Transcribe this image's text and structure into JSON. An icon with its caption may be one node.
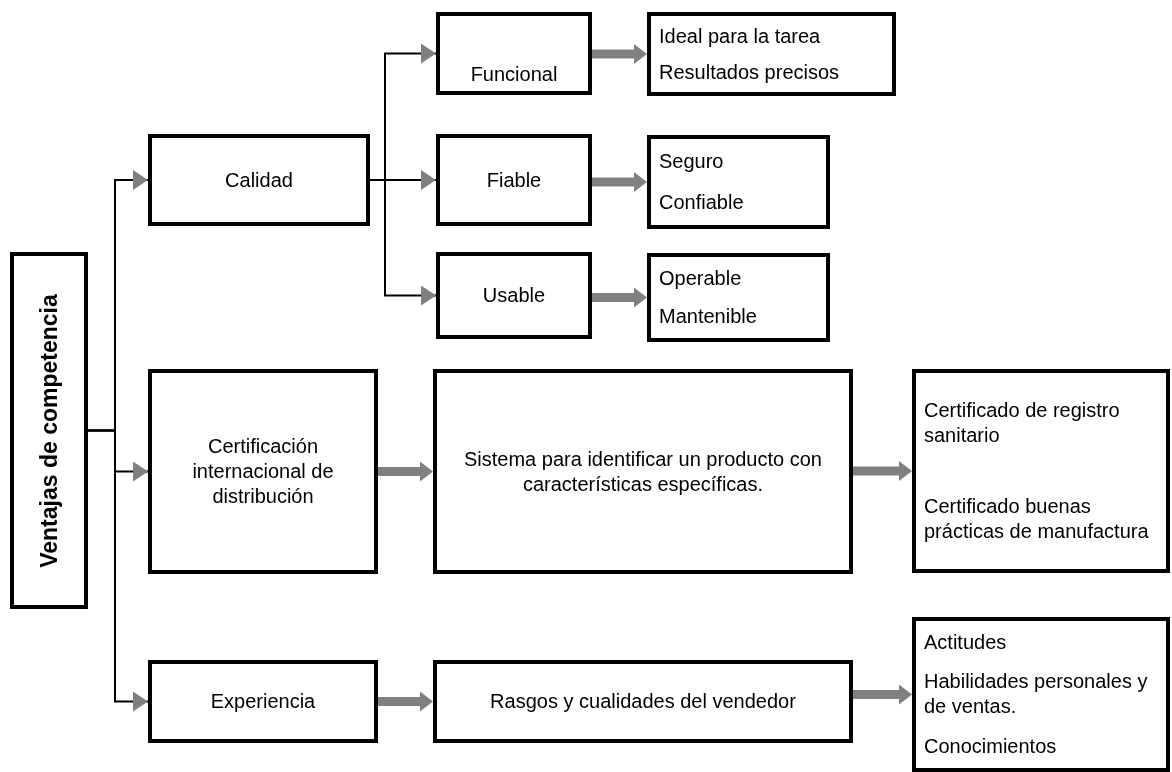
{
  "diagram": {
    "nodes": [
      {
        "text": [
          "Ventajas de competencia"
        ]
      },
      {
        "text": [
          "Calidad"
        ]
      },
      {
        "text": [
          "Funcional"
        ]
      },
      {
        "text": [
          "Ideal para la tarea",
          "Resultados precisos"
        ]
      },
      {
        "text": [
          "Fiable"
        ]
      },
      {
        "text": [
          "Seguro",
          "Confiable"
        ]
      },
      {
        "text": [
          "Usable"
        ]
      },
      {
        "text": [
          "Operable",
          "Mantenible"
        ]
      },
      {
        "text": [
          "Certificación internacional de distribución"
        ]
      },
      {
        "text": [
          "Sistema para identificar un producto con características específicas."
        ]
      },
      {
        "text": [
          "Certificado de registro sanitario",
          "Certificado buenas prácticas de manufactura"
        ]
      },
      {
        "text": [
          "Experiencia"
        ]
      },
      {
        "text": [
          "Rasgos y cualidades del vendedor"
        ]
      },
      {
        "text": [
          "Actitudes",
          "Habilidades personales y de ventas.",
          "Conocimientos"
        ]
      }
    ],
    "edges": [
      {
        "from": 0,
        "to": 1,
        "arrow": "to",
        "color": "#000000"
      },
      {
        "from": 0,
        "to": 8,
        "arrow": "to",
        "color": "#000000"
      },
      {
        "from": 0,
        "to": 11,
        "arrow": "to",
        "color": "#000000"
      },
      {
        "from": 1,
        "to": 2,
        "arrow": "to",
        "color": "#000000"
      },
      {
        "from": 1,
        "to": 4,
        "arrow": "to",
        "color": "#000000"
      },
      {
        "from": 1,
        "to": 6,
        "arrow": "to",
        "color": "#000000"
      },
      {
        "from": 2,
        "to": 3,
        "arrow": "to"
      },
      {
        "from": 4,
        "to": 5,
        "arrow": "to"
      },
      {
        "from": 6,
        "to": 7,
        "arrow": "to"
      },
      {
        "from": 8,
        "to": 9,
        "arrow": "to"
      },
      {
        "from": 9,
        "to": 10,
        "arrow": "to"
      },
      {
        "from": 11,
        "to": 12,
        "arrow": "to"
      },
      {
        "from": 12,
        "to": 13,
        "arrow": "to"
      }
    ]
  }
}
